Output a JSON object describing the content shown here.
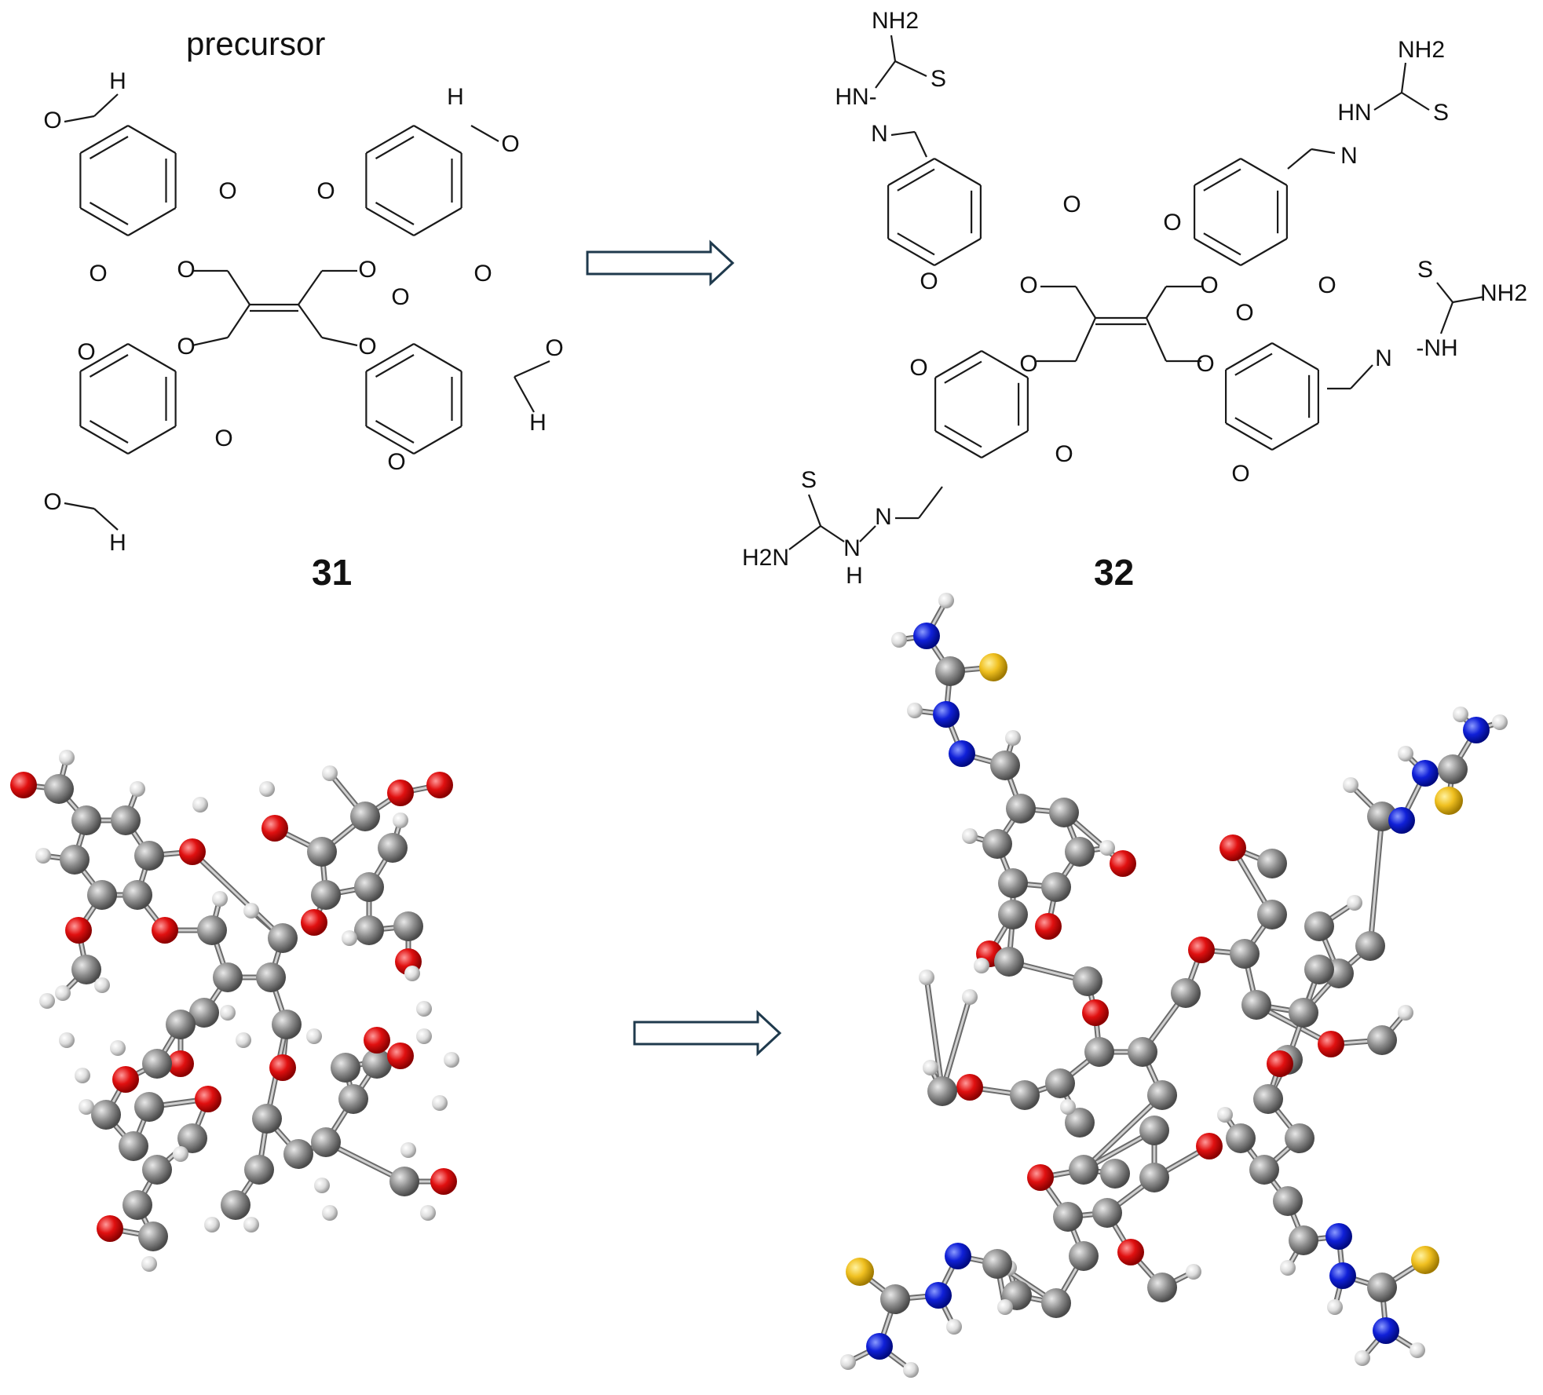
{
  "figure": {
    "precursor_label": "precursor",
    "compound_left": "31",
    "compound_right": "32"
  },
  "atom_labels": {
    "oxygen": "O",
    "hydrogen": "H",
    "nitrogen": "N",
    "sulfur": "S",
    "amine": "NH",
    "amine_h2": "NH2",
    "h2n": "H2N",
    "hn": "HN",
    "hn_bond": "HN-",
    "nh_bond": "-NH"
  },
  "colors": {
    "bond": "#1a1a1a",
    "arrow_stroke": "#1f3a4d",
    "carbon": "#8c8c8c",
    "hydrogen": "#e6e6e6",
    "oxygen": "#e01010",
    "nitrogen": "#1020d8",
    "sulfur": "#f0c020"
  }
}
